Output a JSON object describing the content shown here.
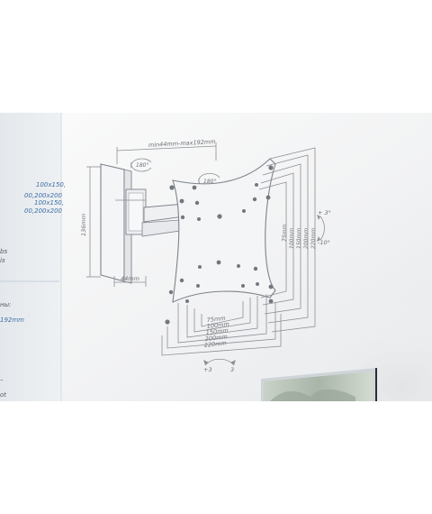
{
  "diagram": {
    "top_dimension": "min44mm-max192mm",
    "left_rotation": "180°",
    "right_rotation": "180°",
    "wall_height": "136mm",
    "arm_depth": "44mm",
    "tilt_up": "+ 3°",
    "tilt_down": "-10°",
    "swivel_left": "+3",
    "swivel_right": "3",
    "horizontal_vesa": [
      "75mm",
      "100mm",
      "150mm",
      "200mm",
      "220mm"
    ],
    "vertical_vesa": [
      "75mm",
      "100mm",
      "150mm",
      "200mm",
      "220mm"
    ]
  },
  "side_panel": {
    "lines": [
      "100x150,",
      "00,200x200",
      "100x150,",
      "00,200x200",
      "bs",
      "is",
      "ны:",
      "192mm",
      "–",
      "ot"
    ]
  },
  "colors": {
    "background": "#ffffff",
    "panel": "#e9ecef",
    "line": "#8c8f96",
    "side_text": "#3f6fa6"
  }
}
